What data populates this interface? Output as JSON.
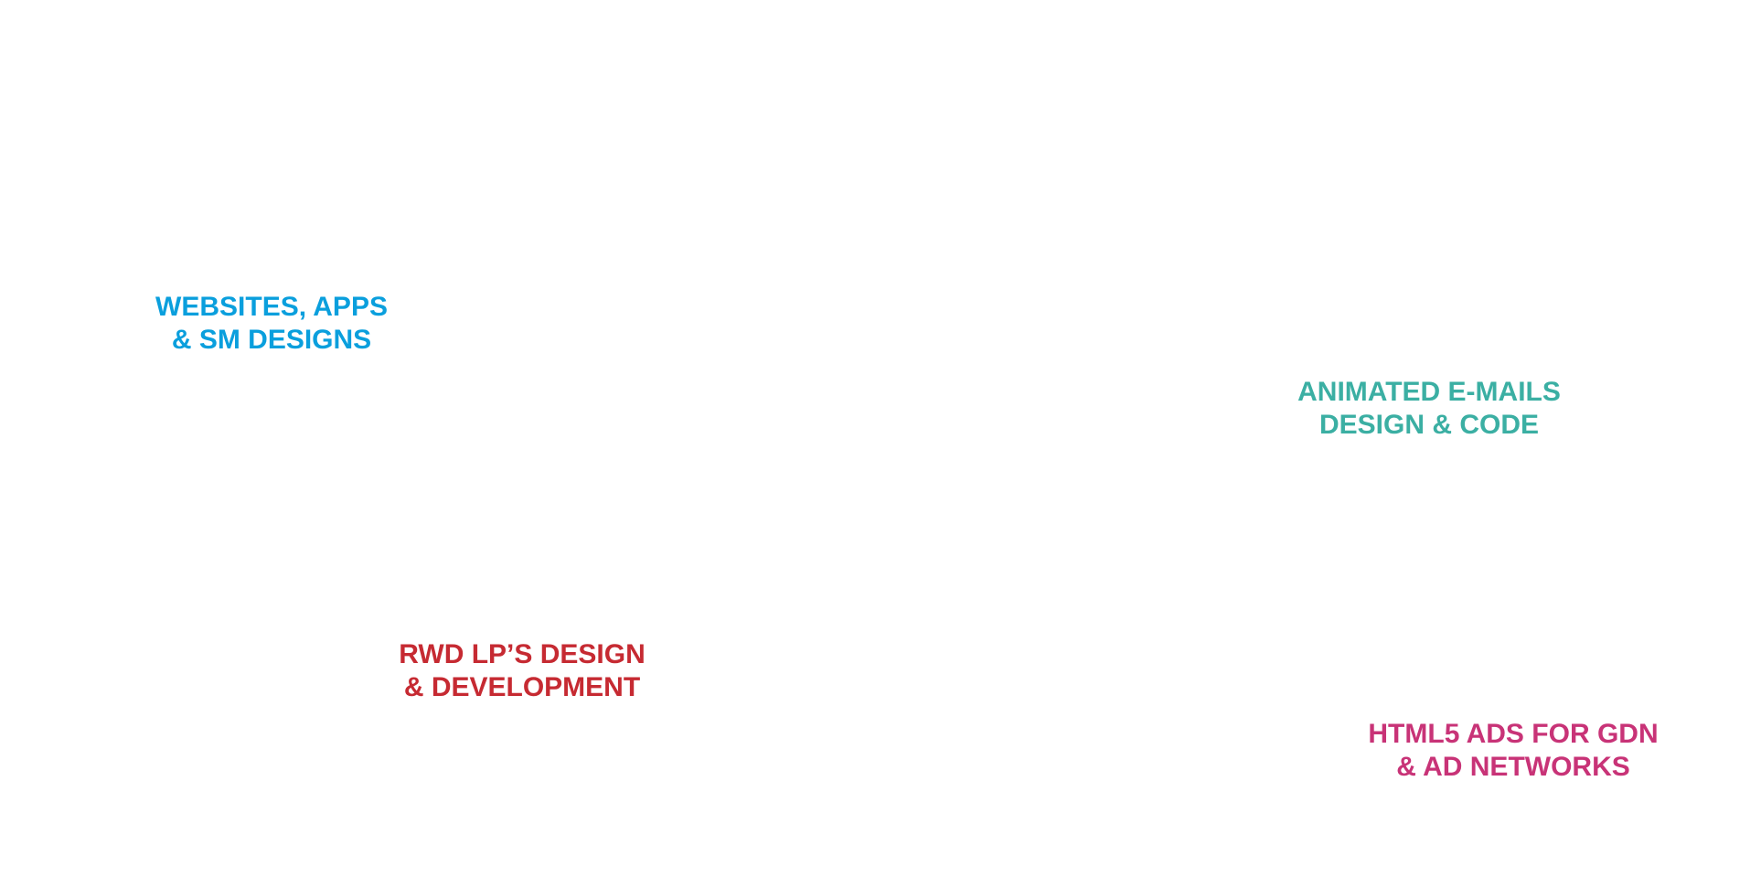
{
  "services": [
    {
      "line1": "WEBSITES, APPS",
      "line2": "& SM DESIGNS",
      "color": "#0a9fdd"
    },
    {
      "line1": "ANIMATED E-MAILS",
      "line2": "DESIGN & CODE",
      "color": "#3bafa3"
    },
    {
      "line1": "RWD LP’S DESIGN",
      "line2": "& DEVELOPMENT",
      "color": "#c62a32"
    },
    {
      "line1": "HTML5 ADS FOR GDN",
      "line2": "& AD NETWORKS",
      "color": "#c83377"
    }
  ]
}
